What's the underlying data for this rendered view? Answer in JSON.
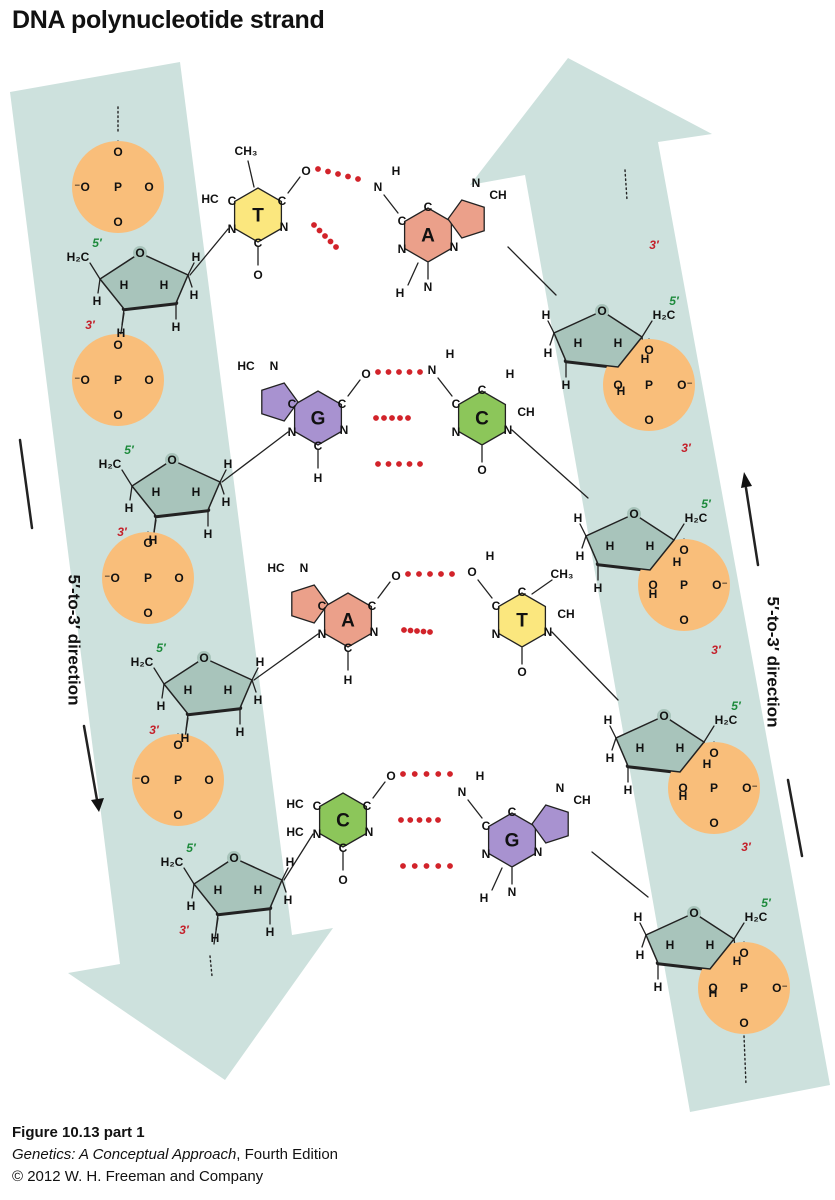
{
  "title": "DNA polynucleotide strand",
  "caption": {
    "figure": "Figure 10.13 part 1",
    "book_title": "Genetics: A Conceptual Approach",
    "book_edition": ", Fourth Edition",
    "copyright": "© 2012 W. H. Freeman and Company"
  },
  "labels": {
    "direction_left": "5′-to-3′ direction",
    "direction_right": "5′-to-3′ direction",
    "five_prime": "5′",
    "three_prime": "3′",
    "phosphorus": "P",
    "oxygen": "O",
    "minus_oxygen": "⁻O",
    "oxygen_minus": "O⁻",
    "hydrogen": "H",
    "nitrogen": "N",
    "carbon": "C",
    "methyl": "CH₃",
    "ch": "CH",
    "hc": "HC",
    "h2c": "H₂C"
  },
  "base_pairs": [
    {
      "left": "T",
      "right": "A",
      "hydrogen_bonds": 2
    },
    {
      "left": "G",
      "right": "C",
      "hydrogen_bonds": 3
    },
    {
      "left": "A",
      "right": "T",
      "hydrogen_bonds": 2
    },
    {
      "left": "C",
      "right": "G",
      "hydrogen_bonds": 3
    }
  ],
  "colors": {
    "backbone_arrow": "#cde1dd",
    "phosphate": "#f9be7a",
    "sugar": "#a8c4bb",
    "thymine": "#fbe77e",
    "adenine": "#eba08a",
    "guanine": "#a892d0",
    "cytosine": "#8cc65a",
    "hydrogen_bond": "#d2232a",
    "five_prime": "#1d8a3c",
    "three_prime": "#c4202a"
  }
}
